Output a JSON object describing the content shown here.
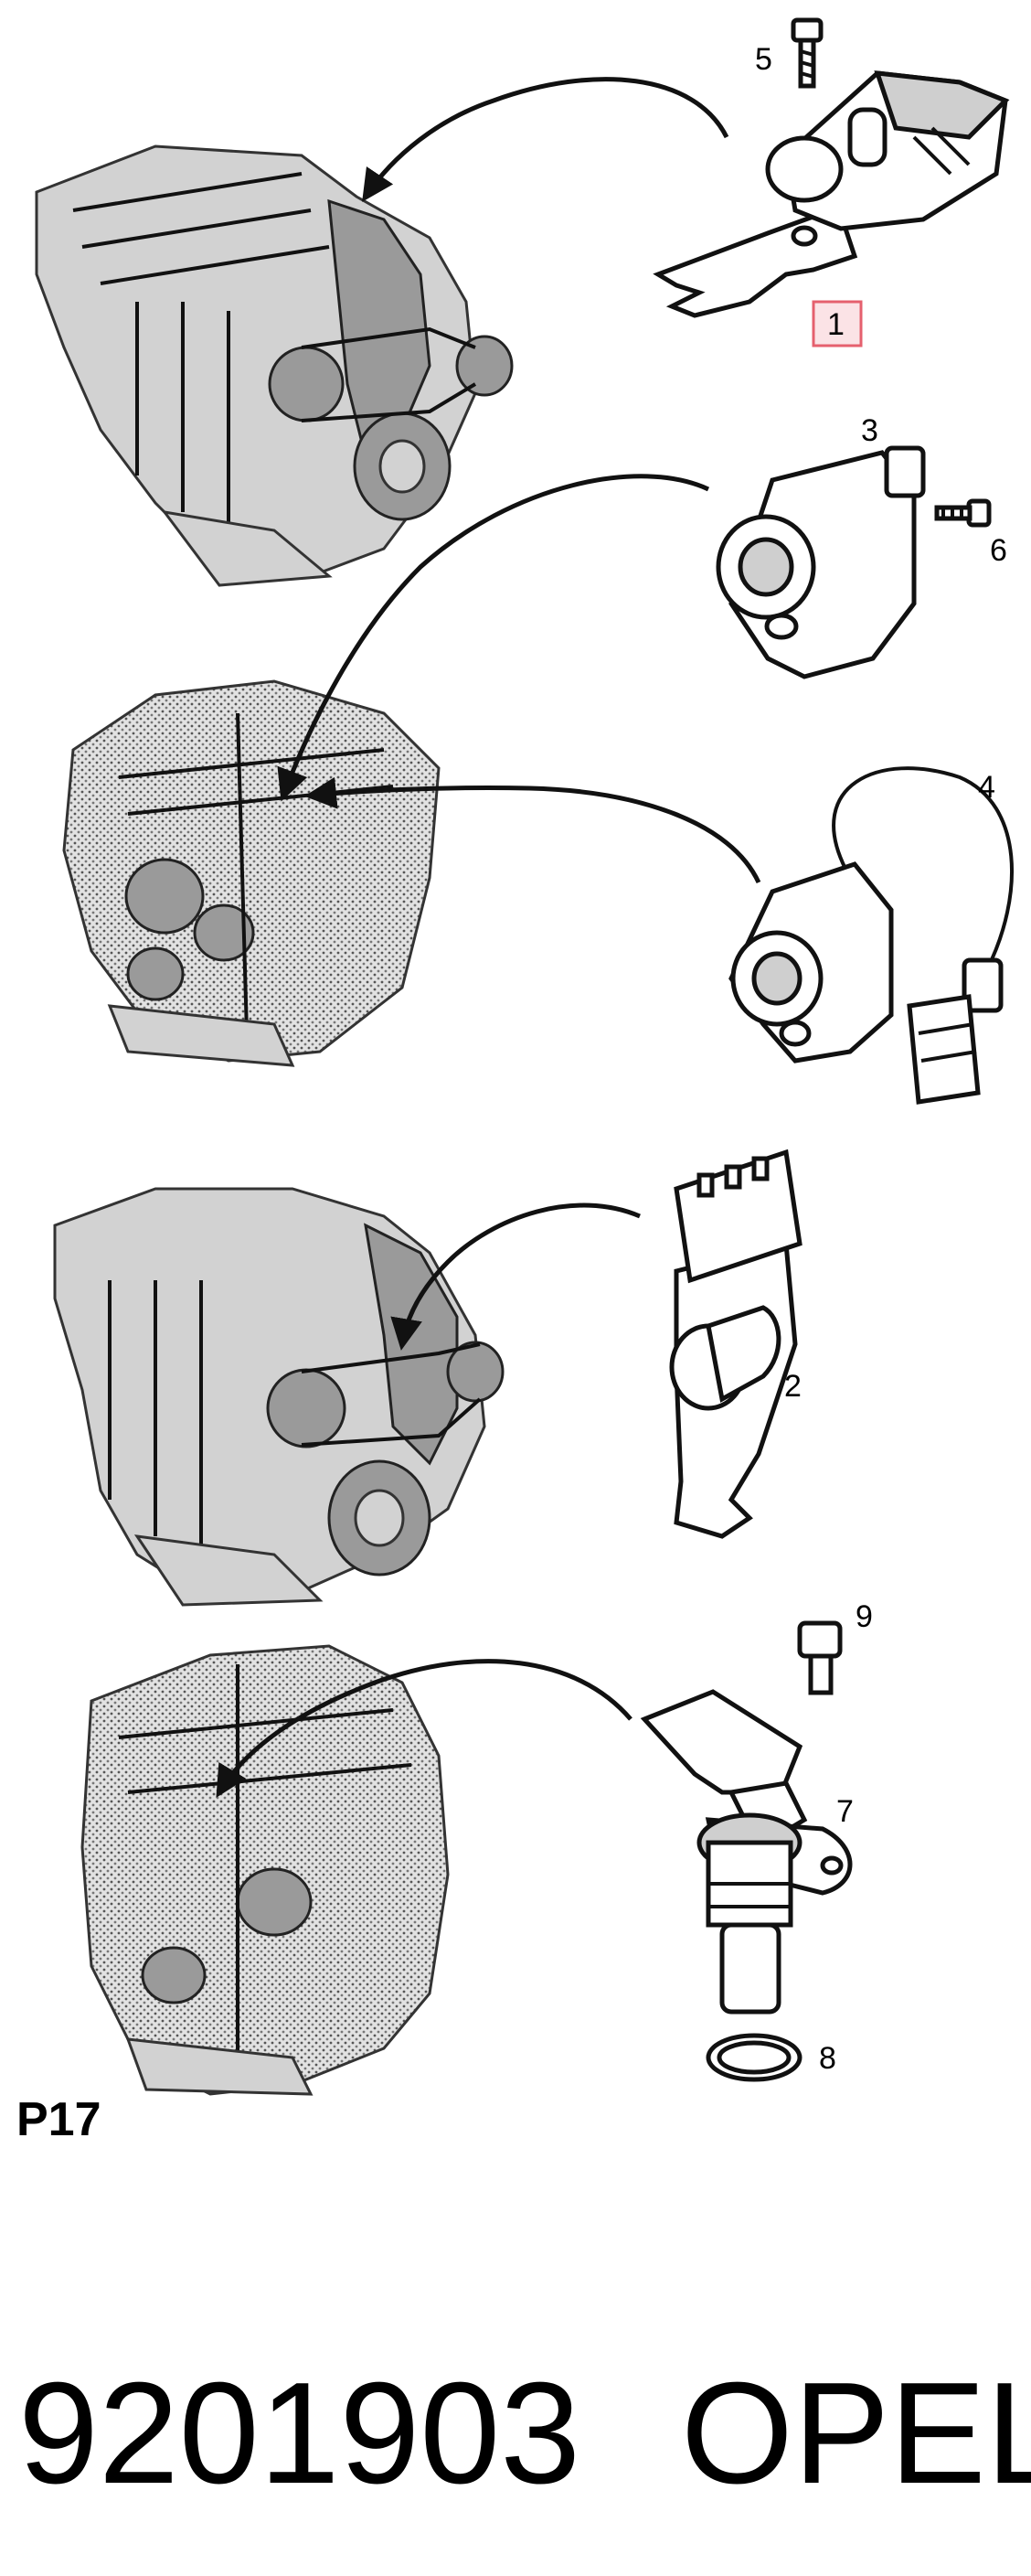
{
  "callouts": {
    "c1": "1",
    "c2": "2",
    "c3": "3",
    "c4": "4",
    "c5": "5",
    "c6": "6",
    "c7": "7",
    "c8": "8",
    "c9": "9"
  },
  "page_label": "P17",
  "footer": {
    "part_number": "9201903",
    "brand": "OPEL"
  },
  "colors": {
    "highlight_fill": "#fbe3e6",
    "highlight_stroke": "#e5606e"
  }
}
